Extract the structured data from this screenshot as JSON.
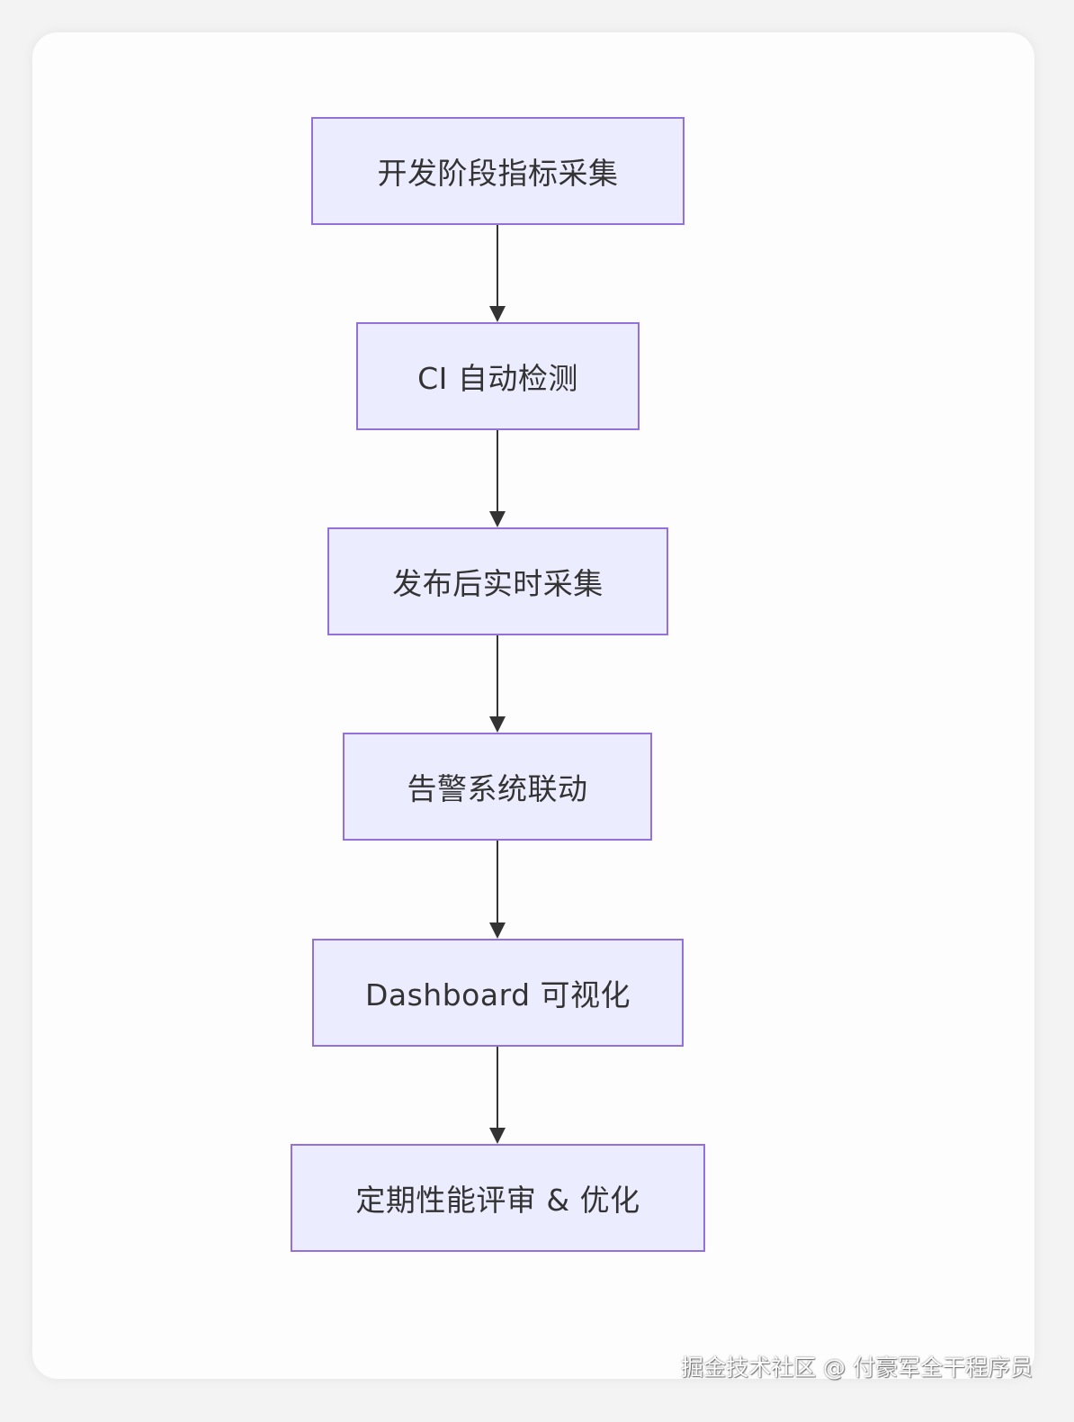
{
  "diagram": {
    "nodes": [
      {
        "label": "开发阶段指标采集"
      },
      {
        "label": "CI 自动检测"
      },
      {
        "label": "发布后实时采集"
      },
      {
        "label": "告警系统联动"
      },
      {
        "label": "Dashboard 可视化"
      },
      {
        "label": "定期性能评审 & 优化"
      }
    ],
    "colors": {
      "node_fill": "#ececff",
      "node_border": "#9370db",
      "edge": "#333333",
      "text": "#333333"
    }
  },
  "watermark": "掘金技术社区 @ 付豪军全干程序员"
}
